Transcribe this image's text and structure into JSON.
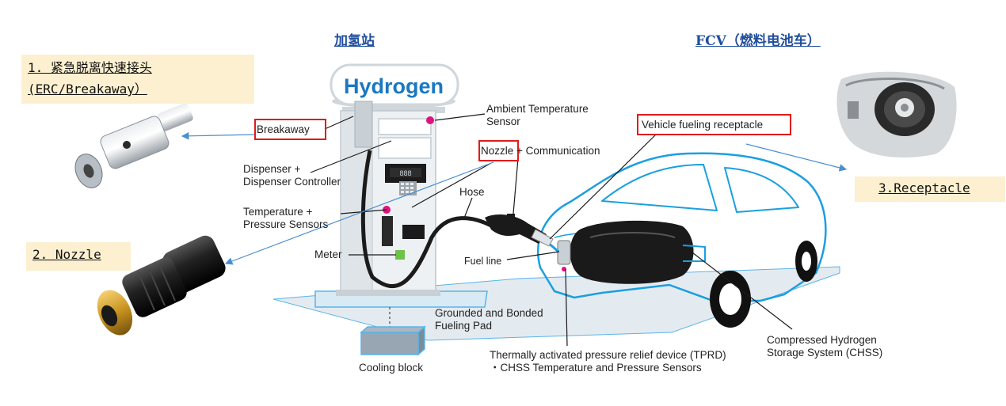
{
  "headings": {
    "station": "加氢站",
    "fcv": "FCV（燃料电池车）"
  },
  "notes": {
    "erc_line1": "1. 紧急脱离快速接头",
    "erc_line2": "(ERC/Breakaway）",
    "nozzle": "2. Nozzle",
    "receptacle": "3.Receptacle"
  },
  "pump": {
    "brand": "Hydrogen",
    "display_digits": "888"
  },
  "labels": {
    "breakaway": "Breakaway",
    "ambient_line1": "Ambient Temperature",
    "ambient_line2": "Sensor",
    "dispenser_line1": "Dispenser +",
    "dispenser_line2": "Dispenser Controller",
    "nozzle": "Nozzle",
    "nozzle_suffix": "+ Communication",
    "hose": "Hose",
    "vehicle_receptacle": "Vehicle fueling receptacle",
    "temp_line1": "Temperature +",
    "temp_line2": "Pressure Sensors",
    "meter": "Meter",
    "fuel_line": "Fuel line",
    "pad_line1": "Grounded and Bonded",
    "pad_line2": "Fueling Pad",
    "cooling": "Cooling block",
    "tprd_line1": "Thermally activated pressure relief device (TPRD)",
    "tprd_line2": "・CHSS Temperature and Pressure Sensors",
    "chss_line1": "Compressed Hydrogen",
    "chss_line2": "Storage System (CHSS)"
  },
  "colors": {
    "heading": "#1f4e9c",
    "note_bg": "#fdf0d0",
    "callout_border": "#e01b1b",
    "pump_blue": "#1a78c2",
    "sensor_dot": "#e0117f",
    "meter": "#6cc24a",
    "arrow": "#4a8fd0"
  },
  "icons": [
    "erc-coupling-photo",
    "nozzle-photo",
    "receptacle-photo",
    "hydrogen-dispenser",
    "fuel-cell-car",
    "hydrogen-tank",
    "cooling-block"
  ]
}
